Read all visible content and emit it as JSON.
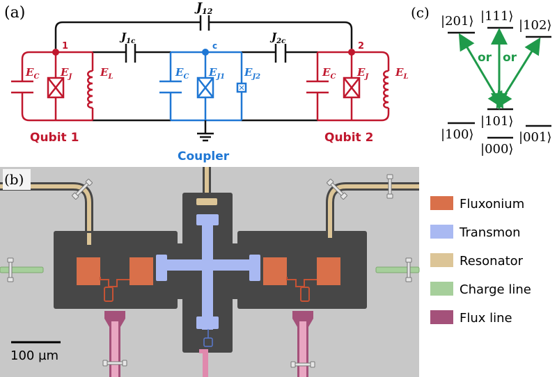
{
  "panel_a": {
    "label": "(a)",
    "j12": "J",
    "j12_sub": "12",
    "j1c": "J",
    "j1c_sub": "1c",
    "j2c": "J",
    "j2c_sub": "2c",
    "node1": "1",
    "node2": "2",
    "nodec": "c",
    "qubit1": {
      "ec": "E",
      "ec_sub": "C",
      "ej": "E",
      "ej_sub": "J",
      "el": "E",
      "el_sub": "L",
      "label": "Qubit 1"
    },
    "coupler": {
      "ec": "E",
      "ec_sub": "C",
      "ej1": "E",
      "ej1_sub": "J1",
      "ej2": "E",
      "ej2_sub": "J2",
      "label": "Coupler"
    },
    "qubit2": {
      "ec": "E",
      "ec_sub": "C",
      "ej": "E",
      "ej_sub": "J",
      "el": "E",
      "el_sub": "L",
      "label": "Qubit 2"
    },
    "colors": {
      "qubit": "#c0172d",
      "coupler": "#1f77d4",
      "wire": "#111111"
    }
  },
  "panel_b": {
    "label": "(b)",
    "scale_bar": "100 µm",
    "legend": [
      {
        "label": "Fluxonium",
        "color": "#d9704a"
      },
      {
        "label": "Transmon",
        "color": "#a9b9f2"
      },
      {
        "label": "Resonator",
        "color": "#dcc597"
      },
      {
        "label": "Charge line",
        "color": "#a6cf9b"
      },
      {
        "label": "Flux line",
        "color": "#a4517a"
      }
    ]
  },
  "panel_c": {
    "label": "(c)",
    "levels_top": [
      "|201⟩",
      "|111⟩",
      "|102⟩"
    ],
    "level_mid": "|101⟩",
    "levels_bottom": [
      "|100⟩",
      "|000⟩",
      "|001⟩"
    ],
    "or1": "or",
    "or2": "or",
    "arrow_color": "#1f9a4a"
  }
}
